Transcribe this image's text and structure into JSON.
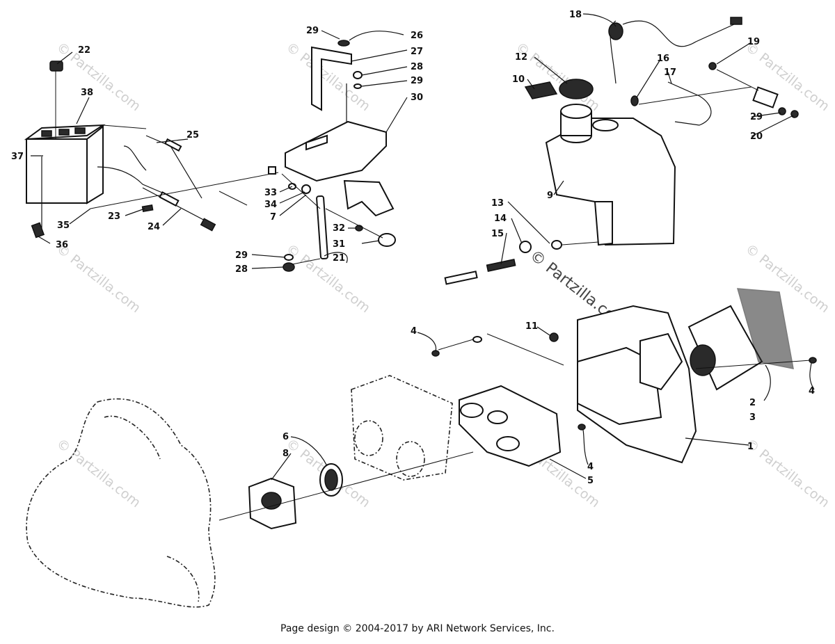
{
  "footer": "Page design © 2004-2017 by ARI Network Services, Inc.",
  "watermark": "© Partzilla.com",
  "watermark_main": "© Partzilla.com",
  "callouts": {
    "n1": "1",
    "n2": "2",
    "n3": "3",
    "n4a": "4",
    "n4b": "4",
    "n4c": "4",
    "n5": "5",
    "n6": "6",
    "n7": "7",
    "n8": "8",
    "n9": "9",
    "n10": "10",
    "n11": "11",
    "n12": "12",
    "n13": "13",
    "n14": "14",
    "n15": "15",
    "n16": "16",
    "n17": "17",
    "n18": "18",
    "n19": "19",
    "n20": "20",
    "n21": "21",
    "n22": "22",
    "n23": "23",
    "n24": "24",
    "n25": "25",
    "n26": "26",
    "n27": "27",
    "n28a": "28",
    "n28b": "28",
    "n29a": "29",
    "n29b": "29",
    "n29c": "29",
    "n30": "30",
    "n31": "31",
    "n32": "32",
    "n33": "33",
    "n34": "34",
    "n35": "35",
    "n36": "36",
    "n37": "37",
    "n38": "38"
  }
}
